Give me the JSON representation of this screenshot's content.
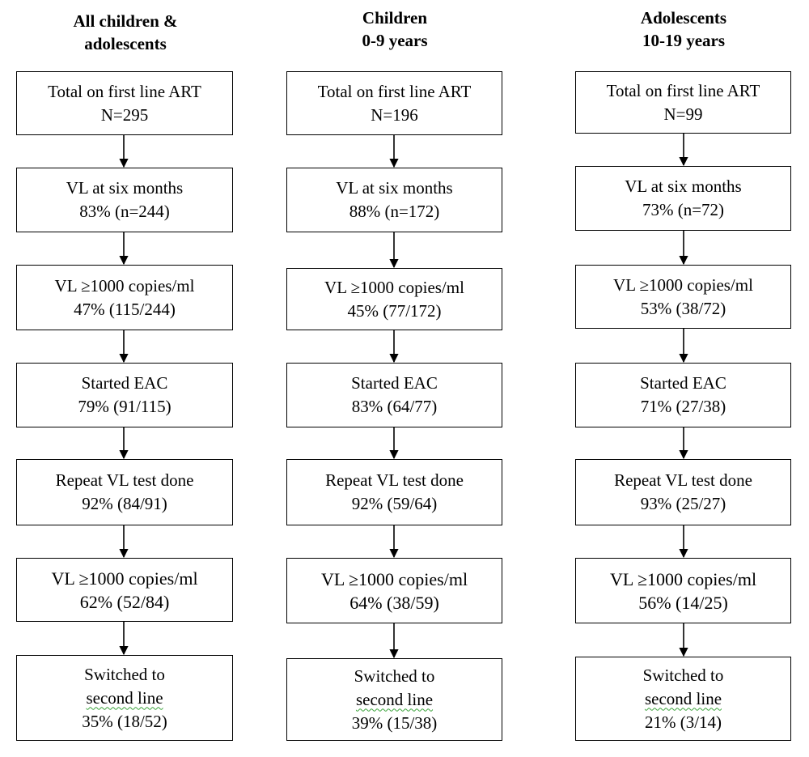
{
  "columns": [
    {
      "title": [
        "All children &",
        "adolescents"
      ],
      "boxes": [
        {
          "lines": [
            "Total on first line ART",
            "N=295"
          ]
        },
        {
          "lines": [
            "VL at six months",
            "83% (n=244)"
          ]
        },
        {
          "lines": [
            "VL ≥1000 copies/ml",
            "47% (115/244)"
          ]
        },
        {
          "lines": [
            "Started EAC",
            "79% (91/115)"
          ]
        },
        {
          "lines": [
            "Repeat VL test done",
            "92% (84/91)"
          ]
        },
        {
          "lines": [
            "VL ≥1000 copies/ml",
            "62% (52/84)"
          ]
        },
        {
          "lines": [
            "Switched to",
            "second line",
            "35% (18/52)"
          ]
        }
      ]
    },
    {
      "title": [
        "Children",
        "0-9 years"
      ],
      "boxes": [
        {
          "lines": [
            "Total on first line ART",
            "N=196"
          ]
        },
        {
          "lines": [
            "VL at six months",
            "88% (n=172)"
          ]
        },
        {
          "lines": [
            "VL ≥1000 copies/ml",
            "45% (77/172)"
          ]
        },
        {
          "lines": [
            "Started EAC",
            "83% (64/77)"
          ]
        },
        {
          "lines": [
            "Repeat VL test done",
            "92% (59/64)"
          ]
        },
        {
          "lines": [
            "VL ≥1000 copies/ml",
            "64% (38/59)"
          ]
        },
        {
          "lines": [
            "Switched to",
            "second line",
            "39% (15/38)"
          ]
        }
      ]
    },
    {
      "title": [
        "Adolescents",
        "10-19 years"
      ],
      "boxes": [
        {
          "lines": [
            "Total on first line ART",
            "N=99"
          ]
        },
        {
          "lines": [
            "VL at six months",
            "73% (n=72)"
          ]
        },
        {
          "lines": [
            "VL ≥1000 copies/ml",
            "53% (38/72)"
          ]
        },
        {
          "lines": [
            "Started EAC",
            "71% (27/38)"
          ]
        },
        {
          "lines": [
            "Repeat VL test done",
            "93% (25/27)"
          ]
        },
        {
          "lines": [
            "VL ≥1000 copies/ml",
            "56% (14/25)"
          ]
        },
        {
          "lines": [
            "Switched to",
            "second line",
            "21% (3/14)"
          ]
        }
      ]
    }
  ]
}
